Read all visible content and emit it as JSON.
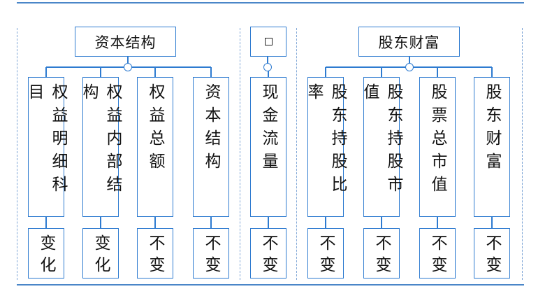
{
  "groups": [
    {
      "header": "资本结构",
      "items": [
        {
          "label": "权益明细科目",
          "status": "变化"
        },
        {
          "label": "权益内部结构",
          "status": "变化"
        },
        {
          "label": "权益总额",
          "status": "不变"
        },
        {
          "label": "资本结构",
          "status": "不变"
        }
      ]
    },
    {
      "header": "",
      "header_icon": "square-icon",
      "items": [
        {
          "label": "现金流量",
          "status": "不变"
        }
      ]
    },
    {
      "header": "股东财富",
      "items": [
        {
          "label": "股东持股比率",
          "status": "不变"
        },
        {
          "label": "股东持股市值",
          "status": "不变"
        },
        {
          "label": "股票总市值",
          "status": "不变"
        },
        {
          "label": "股东财富",
          "status": "不变"
        }
      ]
    }
  ],
  "colors": {
    "accent": "#2e7bd0",
    "rule": "#4a86c8"
  }
}
